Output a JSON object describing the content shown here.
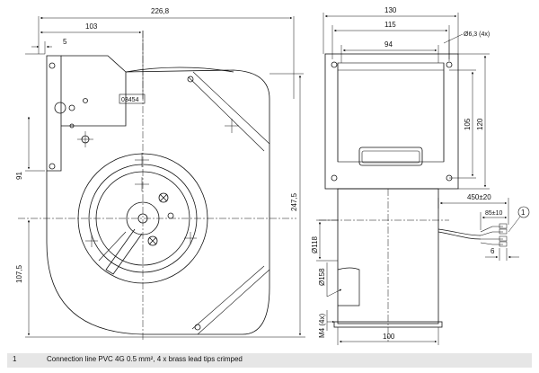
{
  "front": {
    "dims": {
      "overall_width": "226,8",
      "half_width": "103",
      "small_offset": "5",
      "height_upper": "91",
      "overall_height": "247,5",
      "height_lower": "107,5",
      "nameplate_code": "03454"
    }
  },
  "side": {
    "dims": {
      "width_130": "130",
      "width_115": "115",
      "hole_dia": "Ø6,3 (4x)",
      "width_94": "94",
      "h105": "105",
      "h120": "120",
      "dia118": "Ø118",
      "dia158": "Ø158",
      "thread": "M4 (4x)",
      "width_100": "100",
      "cable_len": "450±20",
      "strip_len": "85±10",
      "tip_len": "6",
      "callout": "1"
    }
  },
  "legend": {
    "number": "1",
    "text": "Connection line PVC 4G 0.5 mm², 4 x brass lead tips crimped"
  }
}
